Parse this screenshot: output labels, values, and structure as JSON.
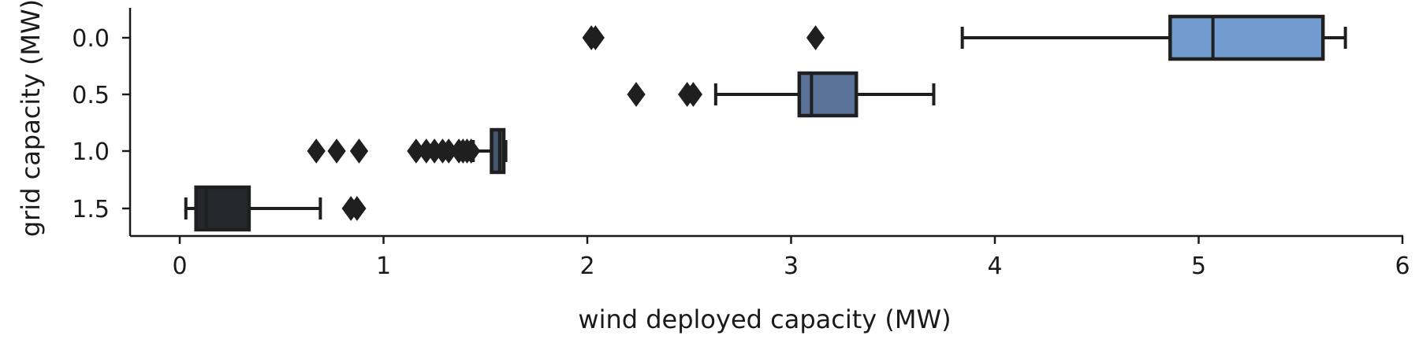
{
  "chart_data": {
    "type": "boxplot",
    "orientation": "horizontal",
    "xlabel": "wind deployed capacity (MW)",
    "ylabel": "grid capacity (MW)",
    "xlim": [
      -0.25,
      6.0
    ],
    "xticks": [
      "0",
      "1",
      "2",
      "3",
      "4",
      "5",
      "6"
    ],
    "categories": [
      "0.0",
      "0.5",
      "1.0",
      "1.5"
    ],
    "grid": false,
    "boxes": [
      {
        "category": "0.0",
        "color": "#729ccf",
        "whisker_low": 3.84,
        "q1": 4.86,
        "median": 5.07,
        "q3": 5.61,
        "whisker_high": 5.72,
        "outliers": [
          2.02,
          2.04,
          3.12
        ]
      },
      {
        "category": "0.5",
        "color": "#5a7298",
        "whisker_low": 2.63,
        "q1": 3.04,
        "median": 3.1,
        "q3": 3.32,
        "whisker_high": 3.7,
        "outliers": [
          2.24,
          2.49,
          2.52
        ]
      },
      {
        "category": "1.0",
        "color": "#44556e",
        "whisker_low": 1.44,
        "q1": 1.53,
        "median": 1.57,
        "q3": 1.59,
        "whisker_high": 1.6,
        "outliers": [
          0.67,
          0.77,
          0.88,
          1.16,
          1.21,
          1.25,
          1.29,
          1.32,
          1.37,
          1.39,
          1.41,
          1.43
        ]
      },
      {
        "category": "1.5",
        "color": "#25272b",
        "whisker_low": 0.03,
        "q1": 0.08,
        "median": 0.13,
        "q3": 0.34,
        "whisker_high": 0.69,
        "outliers": [
          0.84,
          0.87
        ]
      }
    ]
  }
}
